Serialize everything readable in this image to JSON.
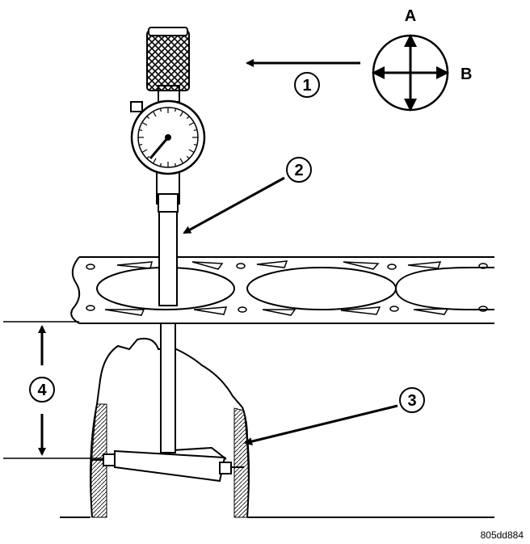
{
  "compass": {
    "label_a": "A",
    "label_b": "B"
  },
  "callouts": [
    {
      "id": "1",
      "text": "1"
    },
    {
      "id": "2",
      "text": "2"
    },
    {
      "id": "3",
      "text": "3"
    },
    {
      "id": "4",
      "text": "4"
    }
  ],
  "reference_code": "805dd884",
  "colors": {
    "ink": "#000000",
    "paper": "#ffffff"
  },
  "icons": [
    "knurled-knob-icon",
    "dial-gauge-icon",
    "compass-arrows-icon"
  ]
}
